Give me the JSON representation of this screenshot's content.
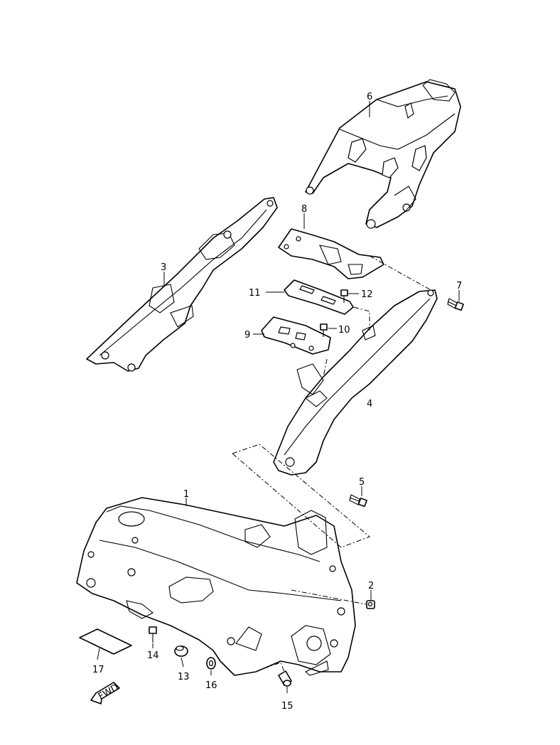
{
  "callouts": [
    "1",
    "2",
    "3",
    "4",
    "5",
    "6",
    "7",
    "8",
    "9",
    "10",
    "11",
    "12",
    "13",
    "14",
    "15",
    "16",
    "17"
  ],
  "fwd_label": "FWD"
}
